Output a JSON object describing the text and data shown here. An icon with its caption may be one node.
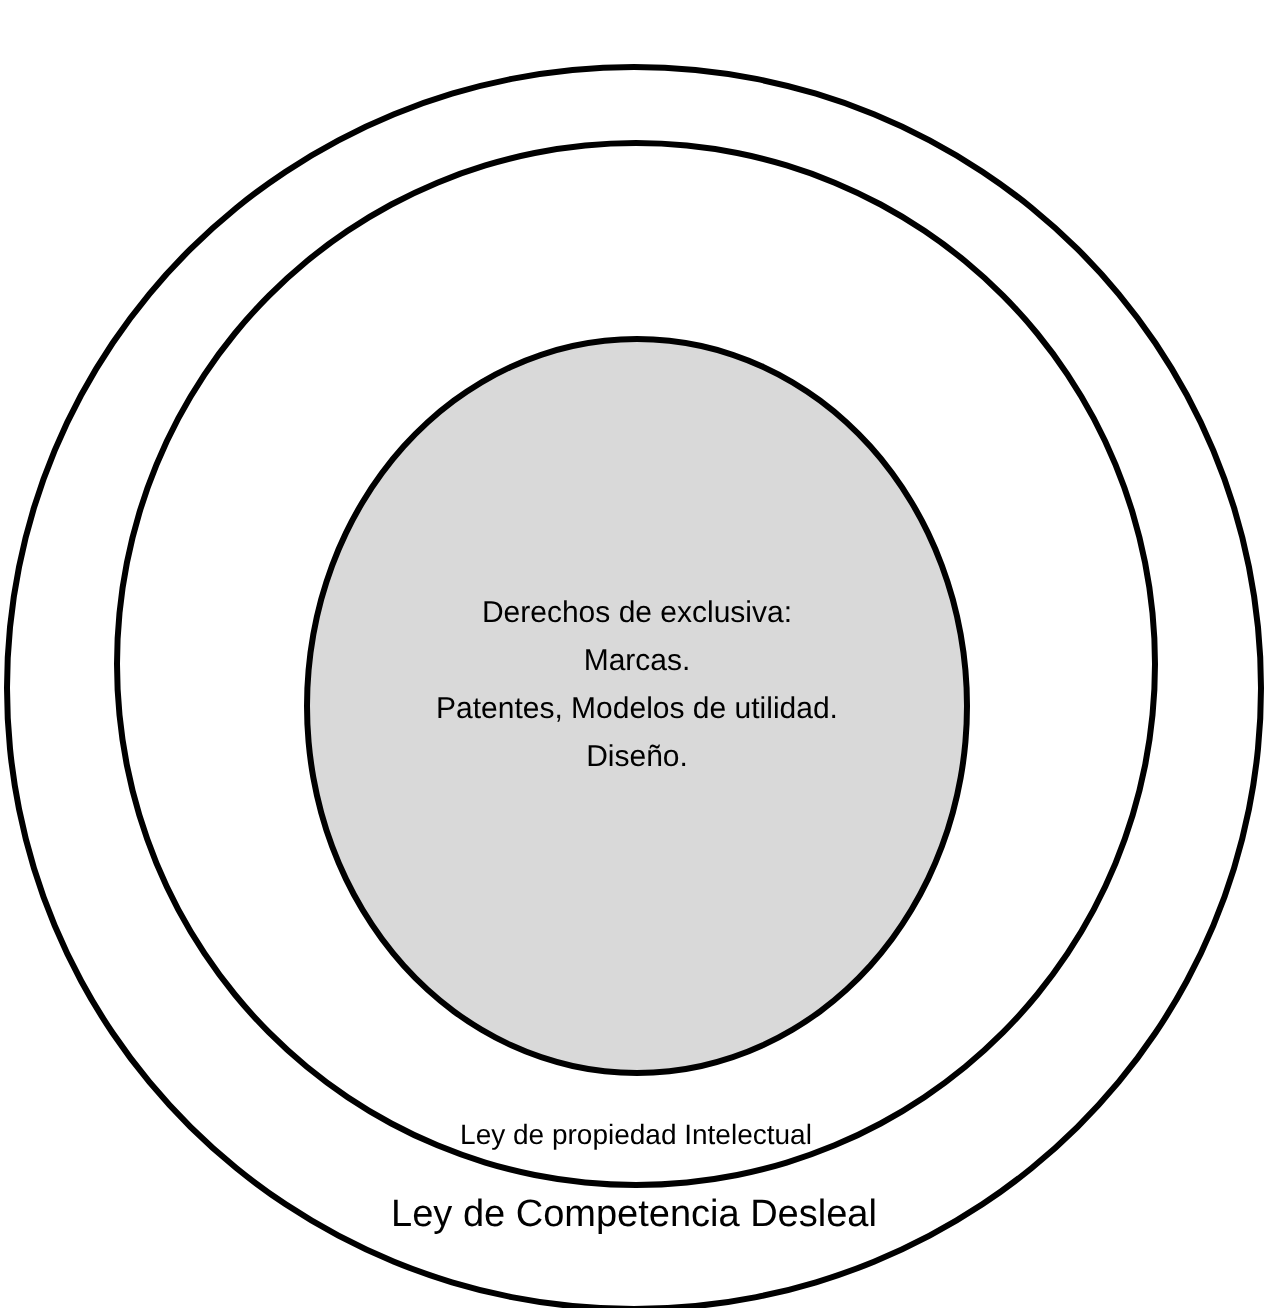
{
  "diagram": {
    "nodes": [
      {
        "text": [
          "Ley de Competencia Desleal"
        ]
      },
      {
        "text": [
          "Ley de propiedad Intelectual"
        ],
        "in": 0
      },
      {
        "text": [
          "Derechos de exclusiva:",
          "Marcas.",
          "Patentes, Modelos de utilidad.",
          "Diseño."
        ],
        "in": 1
      }
    ]
  }
}
